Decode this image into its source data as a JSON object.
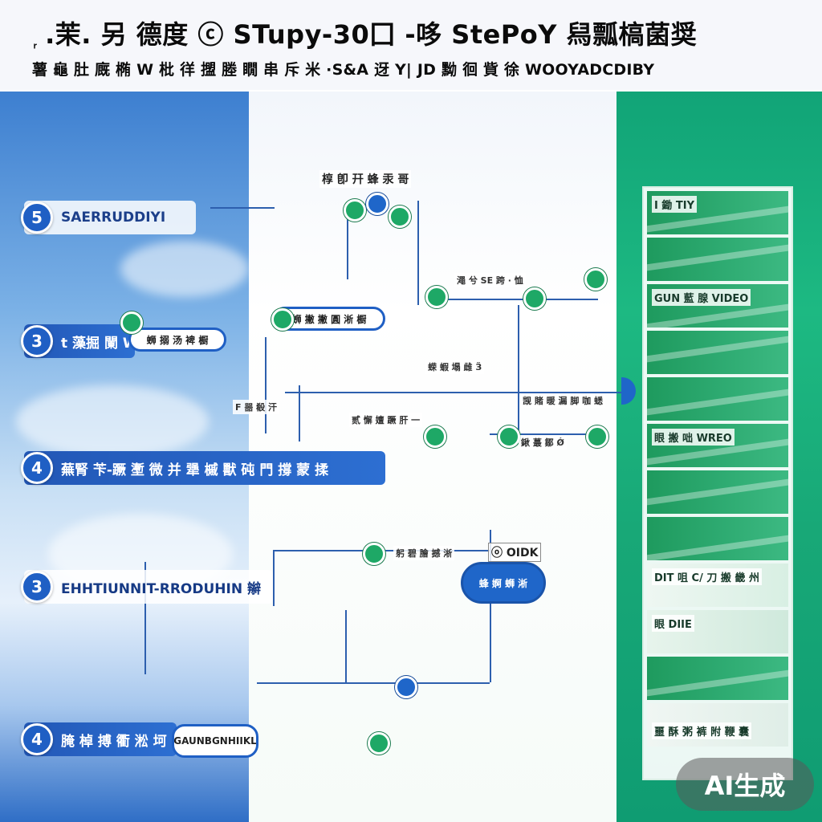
{
  "header": {
    "title": "᷊ .茉. 另 德度  ⓒ STupy-30囗 -哆  StePoY 舄瓢槁菌奨",
    "subtitle": "薯 龜 肚 廐 椭 W 枇 徉  擝 塍 瞯 串 斥 米  ·S&A 迓 Y| JD 黝  徊 貲 徐 WOOYADCDIBY"
  },
  "steps": [
    {
      "num": "5",
      "label": "SAERRUDDIYI"
    },
    {
      "num": "3",
      "label": "t 藻掘 闌 W"
    },
    {
      "num": "4",
      "label": "蕪腎 苄-蹶 壍 微 并  犟 槭 獸 砘  門 撐  蒙 揉"
    },
    {
      "num": "3",
      "label": "EHHTIUNNIT-RRODUHIN 辮"
    },
    {
      "num": "4",
      "label": "腌 棹 搏 衢 淞 坷"
    }
  ],
  "diagram": {
    "top_label": "椁 卽 幵 蜂 汞 哥",
    "pill_center": "蛳 撇 撇 圓 淅 橱",
    "pill_left": "蛳 搦 汤 裨 橱",
    "pill_bottom_left": "GAUNBGNHIIKL",
    "pill_dark": "蜂 婀 蛳 淅",
    "label_ysb": "澠 兮 SE 跨 · 恤",
    "label_dk": "ⓞ OIDK",
    "label_fh": "F 噐 殽 汗",
    "label_ij": "鍬 蕞 鄒 Ǿ",
    "label_snake": "躬 碧 膾 撼 淅",
    "label_mid": "蝾 蝦 塌 雌 Ӟ",
    "label_pk": "觊 賭 暖 漏 脚 咖 蟋",
    "label_note": "贰 懈 嬗 蹶 肝 一"
  },
  "right_panel": {
    "rows": [
      "I 鋤 TIY",
      "",
      "GUN 藍 腺 VIDEO",
      "",
      "",
      "",
      "眼 搬 咄 WREO",
      "",
      "",
      "DIT 咀 C/ 刀 搬 畿 州",
      "眼 DIIE",
      "",
      "噩 酥 粥 裤 附 鞭 囊"
    ]
  },
  "watermark": "AI生成",
  "colors": {
    "blue": "#1f5fc4",
    "green": "#1db982",
    "dark_green": "#0f9c72"
  }
}
